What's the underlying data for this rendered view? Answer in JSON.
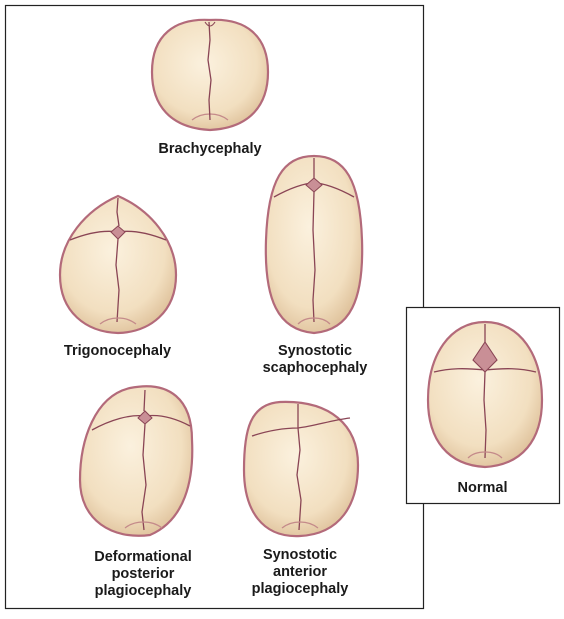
{
  "figure": {
    "labels": {
      "brachycephaly": "Brachycephaly",
      "trigonocephaly": "Trigonocephaly",
      "synostotic_scaphocephaly": "Synostotic\nscaphocephaly",
      "deformational_posterior_plagiocephaly": "Deformational\nposterior\nplagiocephaly",
      "synostotic_anterior_plagiocephaly": "Synostotic\nanterior\nplagiocephaly",
      "normal": "Normal"
    },
    "colors": {
      "skull_fill": "#f6e7cc",
      "skull_shadow": "#e3c9a4",
      "skull_rim": "#b36a7a",
      "suture": "#8a4555",
      "frame": "#222222"
    }
  }
}
